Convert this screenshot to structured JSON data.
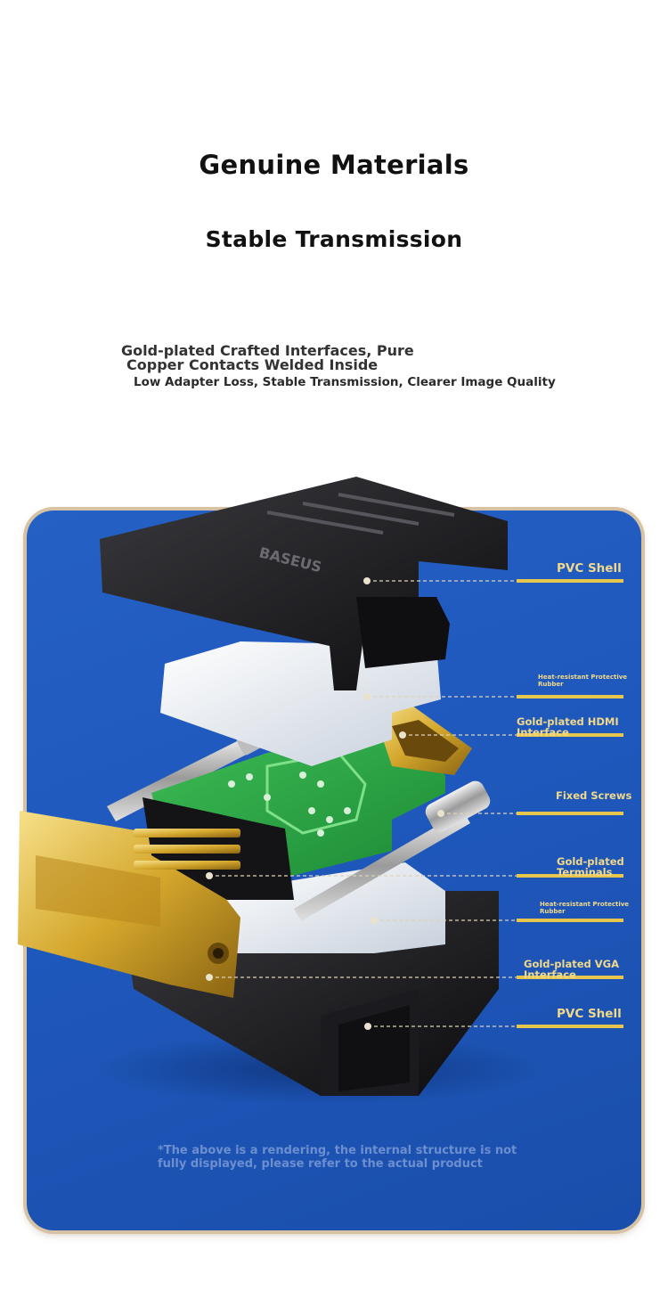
{
  "headings": {
    "title": "Genuine Materials",
    "subtitle": "Stable Transmission"
  },
  "description": {
    "line1": "Gold-plated Crafted Interfaces, Pure",
    "line2": "Copper Contacts Welded Inside",
    "line3": "Low Adapter Loss, Stable Transmission, Clearer Image Quality"
  },
  "product": {
    "brand": "BASEUS"
  },
  "callouts": [
    {
      "label": "PVC Shell"
    },
    {
      "label": "Heat-resistant Protective\nRubber"
    },
    {
      "label": "Gold-plated HDMI\nInterface"
    },
    {
      "label": "Fixed Screws"
    },
    {
      "label": "Gold-plated\nTerminals"
    },
    {
      "label": "Heat-resistant Protective\nRubber"
    },
    {
      "label": "Gold-plated VGA\nInterface"
    },
    {
      "label": "PVC Shell"
    }
  ],
  "footnote": "*The above is a rendering, the internal structure is not\nfully displayed, please refer to the actual product",
  "colors": {
    "panel": "#2560c4",
    "panel_border": "#d7c3a3",
    "callout_text": "#f0d98a",
    "gold": "#d4a72c",
    "pcb": "#2fa84a"
  },
  "icons": [
    "exploded-adapter-illustration"
  ]
}
